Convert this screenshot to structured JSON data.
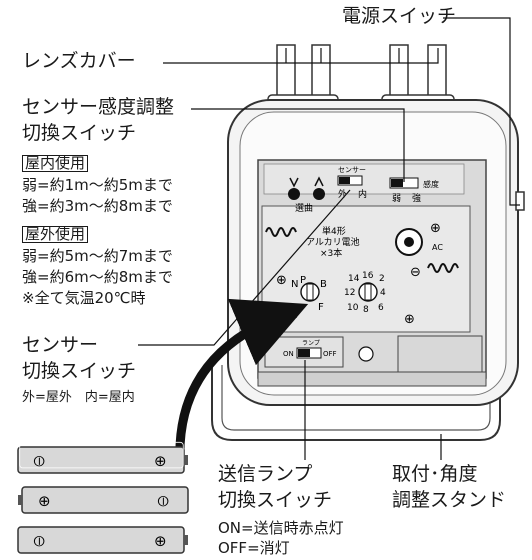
{
  "labels": {
    "power_switch": "電源スイッチ",
    "lens_cover": "レンズカバー",
    "sensitivity_line1": "センサー感度調整",
    "sensitivity_line2": "切換スイッチ",
    "indoor_heading": "屋内使用",
    "indoor_weak": "弱=約1m〜約5mまで",
    "indoor_strong": "強=約3m〜約8mまで",
    "outdoor_heading": "屋外使用",
    "outdoor_weak": "弱=約5m〜約7mまで",
    "outdoor_strong": "強=約6m〜約8mまで",
    "temp_note": "※全て気温20℃時",
    "sensor_line1": "センサー",
    "sensor_line2": "切換スイッチ",
    "sensor_desc": "外=屋外　内=屋内",
    "lamp_line1": "送信ランプ",
    "lamp_line2": "切換スイッチ",
    "lamp_on": "ON=送信時赤点灯",
    "lamp_off": "OFF=消灯",
    "stand_line1": "取付･角度",
    "stand_line2": "調整スタンド"
  },
  "device": {
    "song_select": "選曲",
    "sensor_label": "センサー",
    "outside": "外",
    "inside": "内",
    "sensitivity": "感度",
    "weak": "弱",
    "strong": "強",
    "battery_line1": "単4形",
    "battery_line2": "アルカリ電池",
    "battery_line3": "×3本",
    "ac": "AC",
    "lamp_small": "ランプ",
    "on": "ON",
    "off": "OFF",
    "dial_left": [
      "N",
      "P",
      "B",
      "F"
    ],
    "dial_right": [
      "14",
      "16",
      "2",
      "12",
      "4",
      "10",
      "8",
      "6"
    ],
    "polarity_plus": "⊕",
    "polarity_minus": "⊖"
  },
  "batteries": [
    {
      "left": "⦶",
      "right": "⊕"
    },
    {
      "left": "⊕",
      "right": "⦶"
    },
    {
      "left": "⦶",
      "right": "⊕"
    }
  ]
}
